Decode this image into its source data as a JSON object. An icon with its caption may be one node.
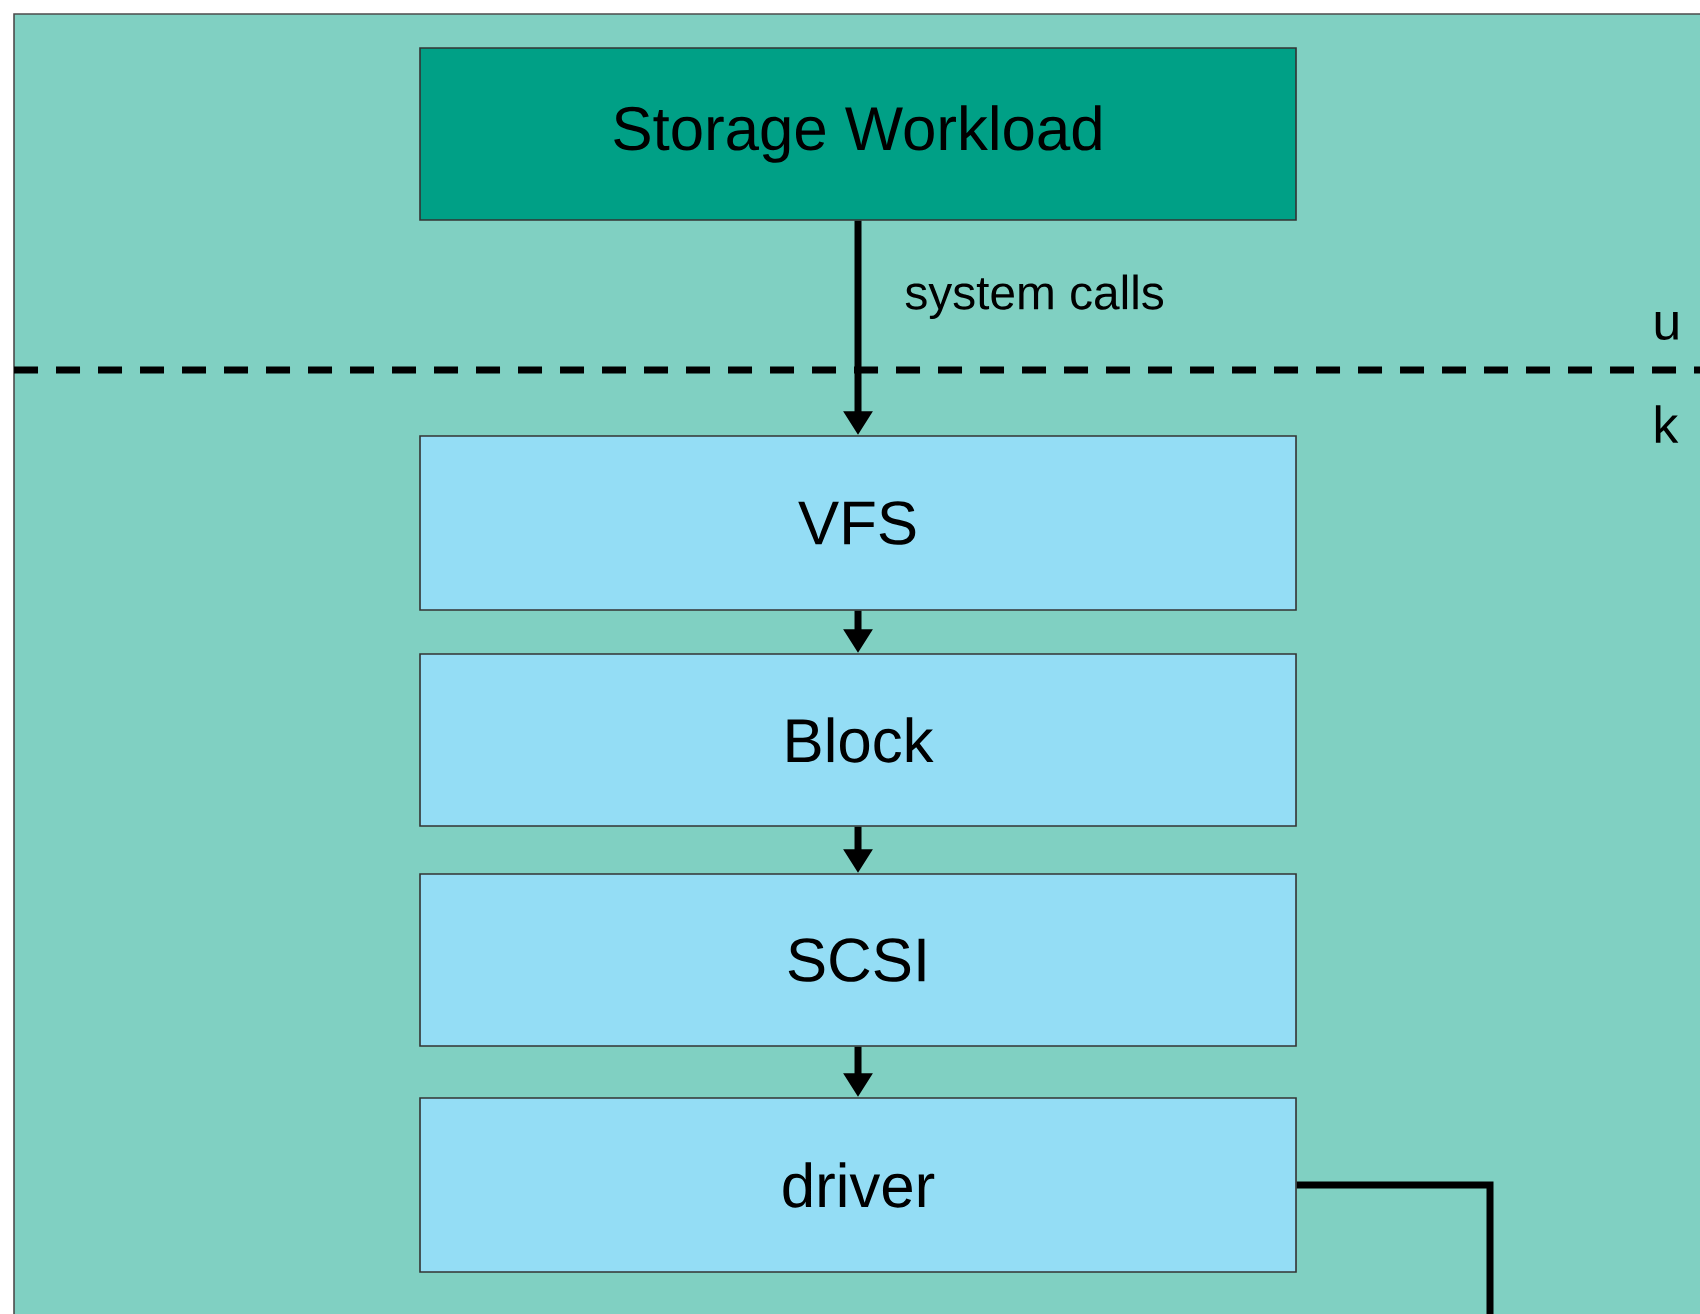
{
  "diagram": {
    "nodes": [
      {
        "text": [
          "Storage Workload"
        ]
      },
      {
        "text": [
          "VFS"
        ]
      },
      {
        "text": [
          "Block"
        ]
      },
      {
        "text": [
          "SCSI"
        ]
      },
      {
        "text": [
          "driver"
        ]
      }
    ],
    "edges": [
      {
        "from": 0,
        "to": 1,
        "arrow": "to",
        "label": "system calls"
      },
      {
        "from": 1,
        "to": 2,
        "arrow": "to"
      },
      {
        "from": 2,
        "to": 3,
        "arrow": "to"
      },
      {
        "from": 3,
        "to": 4,
        "arrow": "to"
      },
      {
        "from": 4,
        "to": null,
        "arrow": "none"
      }
    ],
    "labels": [
      "u",
      "k"
    ]
  }
}
